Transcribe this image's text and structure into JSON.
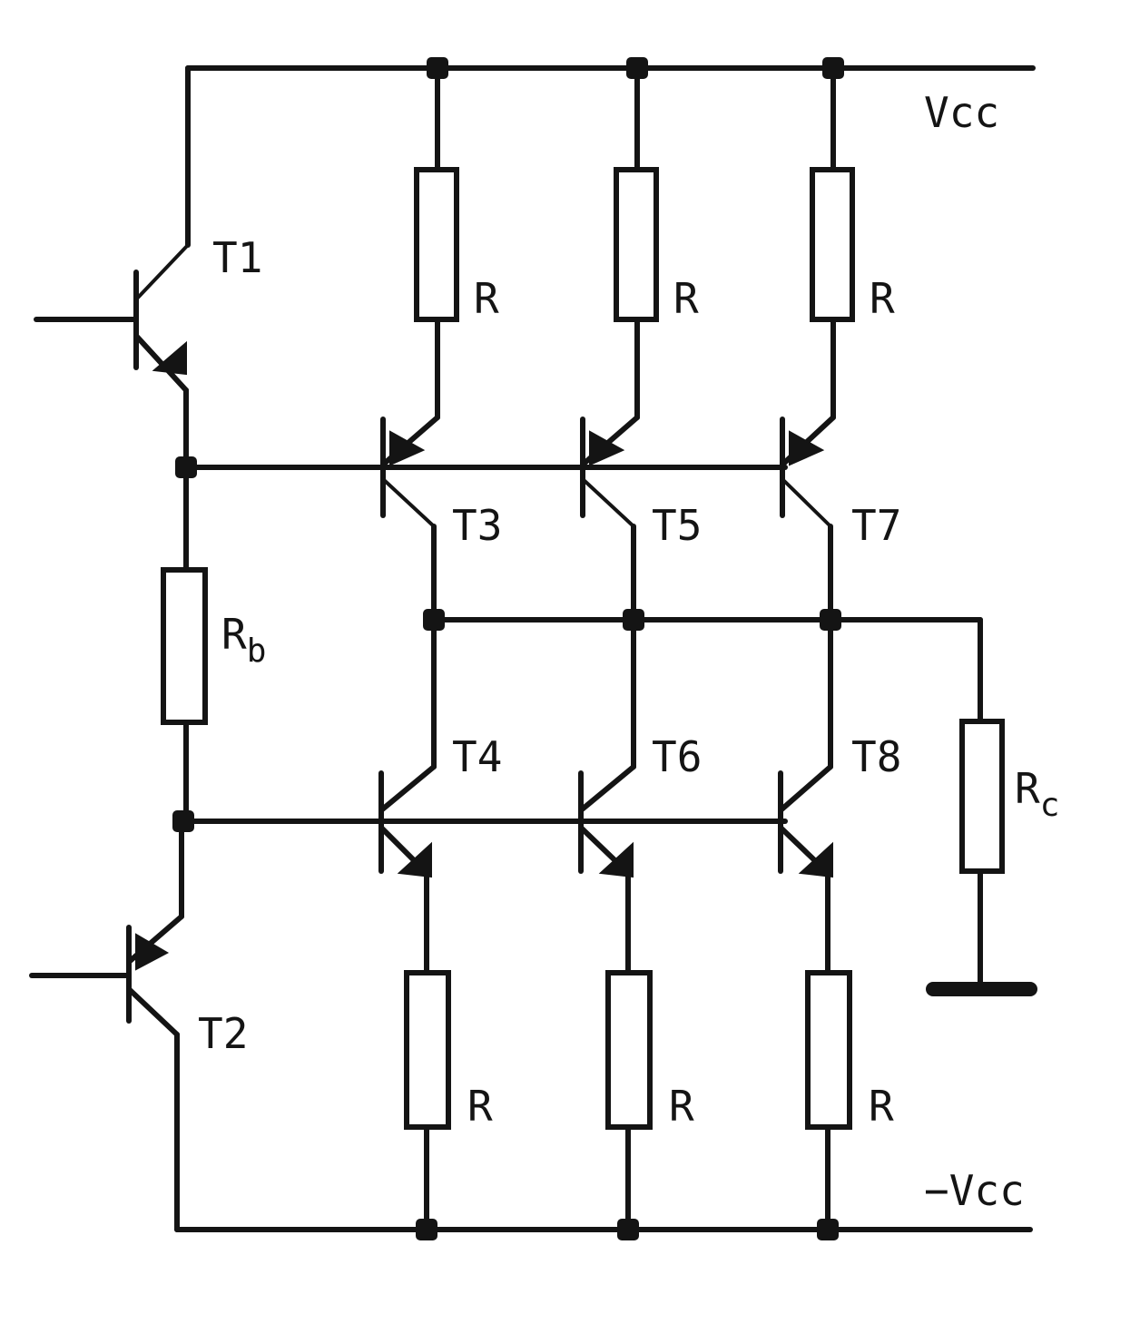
{
  "labels": {
    "vcc": "Vcc",
    "neg_vcc": "−Vcc",
    "rb_main": "R",
    "rb_sub": "b",
    "rc_main": "R",
    "rc_sub": "c",
    "r": "R"
  },
  "transistors": [
    "T1",
    "T2",
    "T3",
    "T4",
    "T5",
    "T6",
    "T7",
    "T8"
  ],
  "colors": {
    "ink": "#141414",
    "paper": "#ffffff"
  }
}
